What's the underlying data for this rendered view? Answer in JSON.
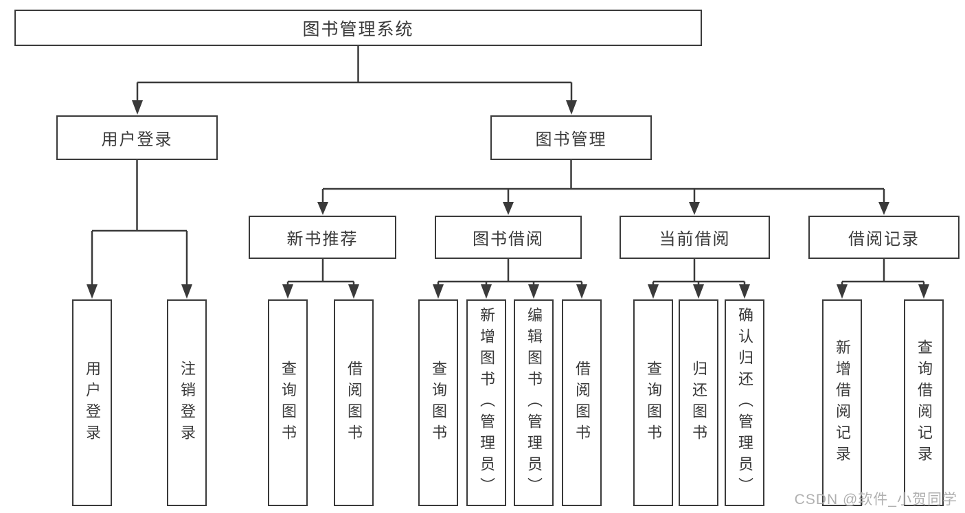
{
  "colors": {
    "line": "#3a3a3a",
    "text": "#3a3a3a",
    "bg": "#ffffff",
    "box": "#ffffff",
    "watermark": "#b0b0b0"
  },
  "watermark": "CSDN @软件_小贺同学",
  "diagram": {
    "type": "hierarchy-tree",
    "root": {
      "label": "图书管理系统"
    },
    "branches": [
      {
        "label": "用户登录",
        "leaves": [
          "用户登录",
          "注销登录"
        ]
      },
      {
        "label": "图书管理",
        "groups": [
          {
            "label": "新书推荐",
            "leaves": [
              "查询图书",
              "借阅图书"
            ]
          },
          {
            "label": "图书借阅",
            "leaves": [
              "查询图书",
              "新增图书（管理员）",
              "编辑图书（管理员）",
              "借阅图书"
            ]
          },
          {
            "label": "当前借阅",
            "leaves": [
              "查询图书",
              "归还图书",
              "确认归还（管理员）"
            ]
          },
          {
            "label": "借阅记录",
            "leaves": [
              "新增借阅记录",
              "查询借阅记录"
            ]
          }
        ]
      }
    ]
  }
}
